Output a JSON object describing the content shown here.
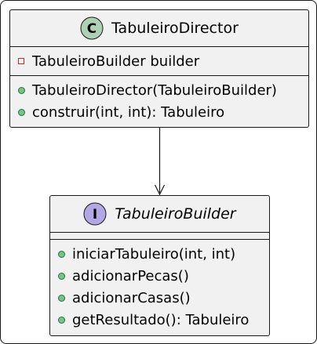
{
  "classes": {
    "director": {
      "stereotype_letter": "C",
      "name": "TabuleiroDirector",
      "fields": [
        {
          "visibility": "private",
          "text": "TabuleiroBuilder builder"
        }
      ],
      "methods": [
        {
          "visibility": "public",
          "text": "TabuleiroDirector(TabuleiroBuilder)"
        },
        {
          "visibility": "public",
          "text": "construir(int, int): Tabuleiro"
        }
      ]
    },
    "builder": {
      "stereotype_letter": "I",
      "name": "TabuleiroBuilder",
      "fields": [],
      "methods": [
        {
          "visibility": "public",
          "text": "iniciarTabuleiro(int, int)"
        },
        {
          "visibility": "public",
          "text": "adicionarPecas()"
        },
        {
          "visibility": "public",
          "text": "adicionarCasas()"
        },
        {
          "visibility": "public",
          "text": "getResultado(): Tabuleiro"
        }
      ]
    }
  },
  "relations": [
    {
      "from": "TabuleiroDirector",
      "to": "TabuleiroBuilder",
      "kind": "association-arrow"
    }
  ],
  "colors": {
    "class_fill": "#f1f1f1",
    "border": "#181818",
    "class_icon": "#add1b2",
    "interface_icon": "#b4a7e5",
    "private_marker": "#c82930",
    "public_marker_fill": "#84be84",
    "public_marker_stroke": "#038048"
  }
}
